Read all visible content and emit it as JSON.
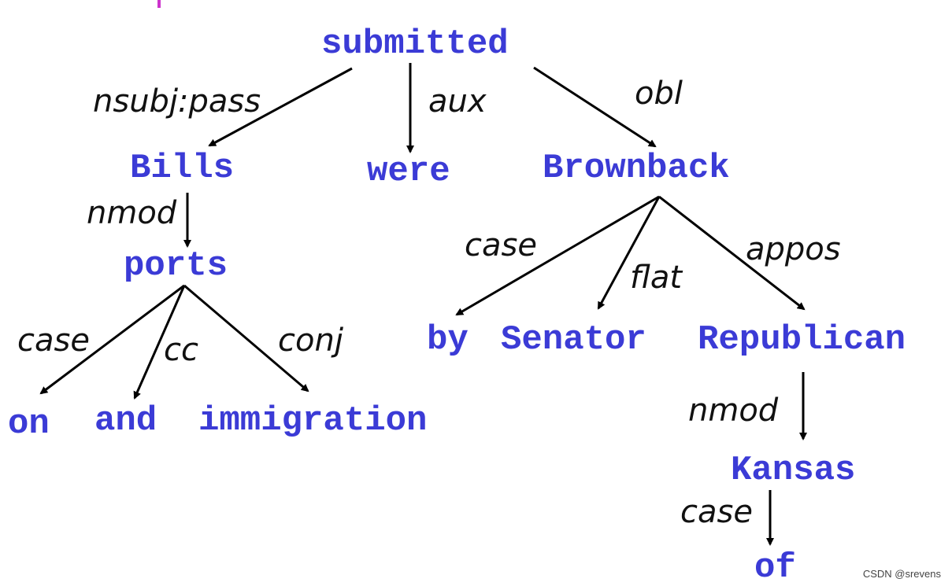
{
  "nodes": {
    "submitted": "submitted",
    "bills": "Bills",
    "were": "were",
    "brownback": "Brownback",
    "ports": "ports",
    "on": "on",
    "and": "and",
    "immigration": "immigration",
    "by": "by",
    "senator": "Senator",
    "republican": "Republican",
    "kansas": "Kansas",
    "of": "of"
  },
  "relations": {
    "nsubj_pass": "nsubj:pass",
    "aux": "aux",
    "obl": "obl",
    "nmod_bills": "nmod",
    "case_ports": "case",
    "cc": "cc",
    "conj": "conj",
    "case_brownback": "case",
    "flat": "flat",
    "appos": "appos",
    "nmod_republican": "nmod",
    "case_kansas": "case"
  },
  "colors": {
    "node_text": "#3b3bd6",
    "relation_text": "#111111",
    "edge": "#000000"
  },
  "watermark": "CSDN @srevens"
}
